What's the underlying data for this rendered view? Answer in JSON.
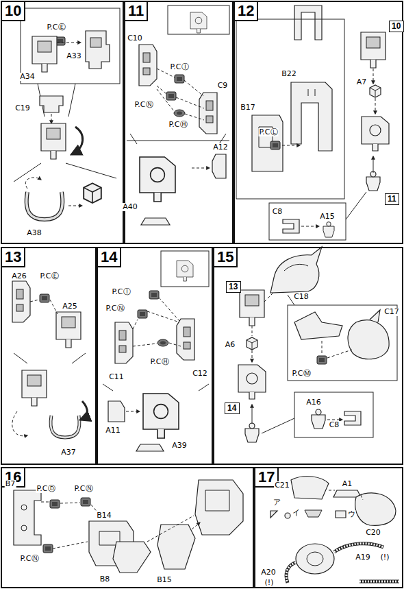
{
  "diagram": {
    "nodes": [
      {
        "text": [
          "10"
        ]
      },
      {
        "text": [
          "11"
        ]
      },
      {
        "text": [
          "12"
        ]
      },
      {
        "text": [
          "10"
        ],
        "in": 2
      },
      {
        "text": [
          "11"
        ],
        "in": 2
      },
      {
        "text": [
          "13"
        ]
      },
      {
        "text": [
          "14"
        ]
      },
      {
        "text": [
          "15"
        ]
      },
      {
        "text": [
          "13"
        ],
        "in": 7
      },
      {
        "text": [
          "14"
        ],
        "in": 7
      },
      {
        "text": [
          "16"
        ]
      },
      {
        "text": [
          "17"
        ]
      }
    ],
    "labels": [
      "P.CⒺ",
      "A33",
      "A34",
      "C19",
      "A38",
      "C10",
      "P.CⒾ",
      "C9",
      "P.CⓃ",
      "P.CⒽ",
      "A12",
      "A40",
      "B22",
      "B17",
      "P.CⓁ",
      "A7",
      "C8",
      "A15",
      "A26",
      "P.CⒺ",
      "A25",
      "A37",
      "P.CⒾ",
      "P.CⓃ",
      "C12",
      "C11",
      "P.CⒽ",
      "A11",
      "A39",
      "C18",
      "C17",
      "P.CⓂ",
      "A6",
      "A16",
      "C8",
      "B7",
      "P.CⒹ",
      "P.CⓃ",
      "B14",
      "P.CⓃ",
      "B8",
      "B15",
      "C21",
      "A1",
      "C20",
      "ア",
      "イ",
      "ウ",
      "A19",
      "(!)",
      "A20",
      "(!)"
    ]
  }
}
